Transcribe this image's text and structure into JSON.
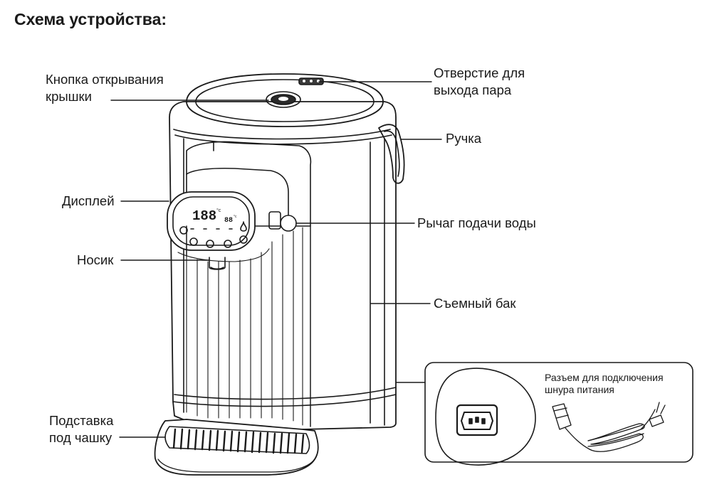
{
  "title": "Схема устройства:",
  "labels": {
    "lid_button_1": "Кнопка открывания",
    "lid_button_2": "крышки",
    "steam_1": "Отверстие для",
    "steam_2": "выхода пара",
    "handle": "Ручка",
    "display": "Дисплей",
    "lever": "Рычаг подачи воды",
    "spout": "Носик",
    "tank": "Съемный бак",
    "stand_1": "Подставка",
    "stand_2": "под чашку",
    "connector_1": "Разъем для подключения",
    "connector_2": "шнура питания"
  },
  "display": {
    "main_temp": "188",
    "main_unit": "°c",
    "second_temp": "88",
    "second_unit": "°c"
  },
  "colors": {
    "line": "#1a1a1a",
    "display_bg": "#ffffff"
  }
}
